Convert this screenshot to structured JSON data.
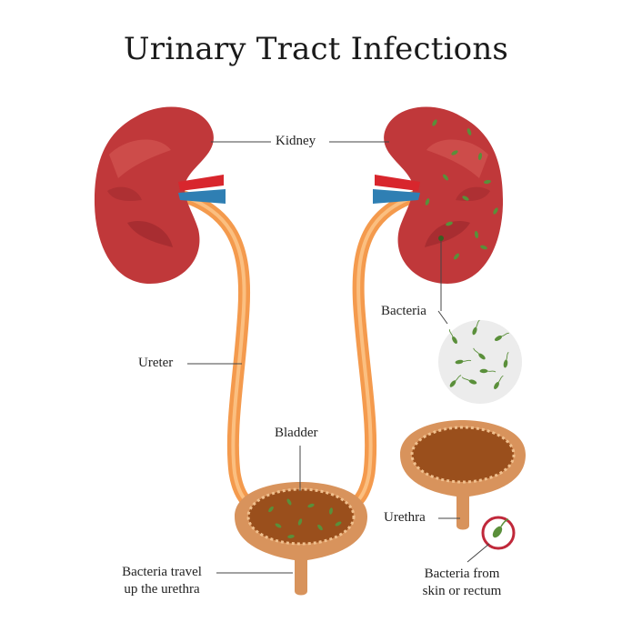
{
  "title": "Urinary Tract Infections",
  "labels": {
    "kidney": "Kidney",
    "bacteria": "Bacteria",
    "ureter": "Ureter",
    "bladder": "Bladder",
    "urethra": "Urethra",
    "bacteria_travel_line1": "Bacteria travel",
    "bacteria_travel_line2": "up the urethra",
    "bacteria_from_line1": "Bacteria from",
    "bacteria_from_line2": "skin or rectum"
  },
  "colors": {
    "kidney": "#c0383a",
    "kidney_dark": "#9e2a2e",
    "ureter": "#f49a4d",
    "artery": "#d8262d",
    "vein": "#2f7fb3",
    "bladder_outer": "#d8935c",
    "bladder_inner": "#9a4f1c",
    "bacteria": "#5a8f3a",
    "warning_ring": "#c0283a",
    "magnifier_bg": "#ececec"
  }
}
